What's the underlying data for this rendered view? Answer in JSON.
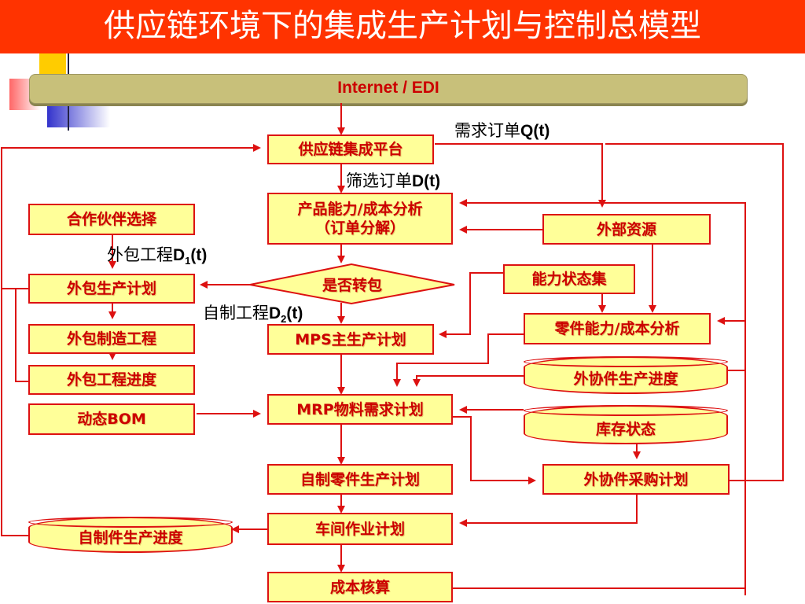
{
  "title": "供应链环境下的集成生产计划与控制总模型",
  "network": "Internet / EDI",
  "boxes": {
    "platform": "供应链集成平台",
    "analysis_1": "产品能力/成本分析",
    "analysis_2": "（订单分解）",
    "external": "外部资源",
    "partner": "合作伙伴选择",
    "decision": "是否转包",
    "capacity_set": "能力状态集",
    "outsource_plan": "外包生产计划",
    "part_analysis": "零件能力/成本分析",
    "outsource_mfg": "外包制造工程",
    "mps": "MPS主生产计划",
    "outsource_progress": "外包工程进度",
    "coop_progress": "外协件生产进度",
    "bom": "动态BOM",
    "mrp": "MRP物料需求计划",
    "inventory": "库存状态",
    "self_parts_plan": "自制零件生产计划",
    "coop_purchase": "外协件采购计划",
    "self_progress": "自制件生产进度",
    "workshop": "车间作业计划",
    "cost": "成本核算"
  },
  "labels": {
    "demand_text": "需求订单",
    "demand_var": "Q(t)",
    "filtered_text": "筛选订单",
    "filtered_var": "D(t)",
    "outsource_text": "外包工程",
    "outsource_var_a": "D",
    "outsource_sub": "1",
    "outsource_var_b": "(t)",
    "self_text": "自制工程",
    "self_var_a": "D",
    "self_sub": "2",
    "self_var_b": "(t)"
  },
  "colors": {
    "title_bar": "#ff3300",
    "box_fill": "#ffff99",
    "box_border": "#dd1111",
    "box_text": "#cc0000",
    "arrow": "#dd1111",
    "network_bar": "#c8c07a"
  }
}
